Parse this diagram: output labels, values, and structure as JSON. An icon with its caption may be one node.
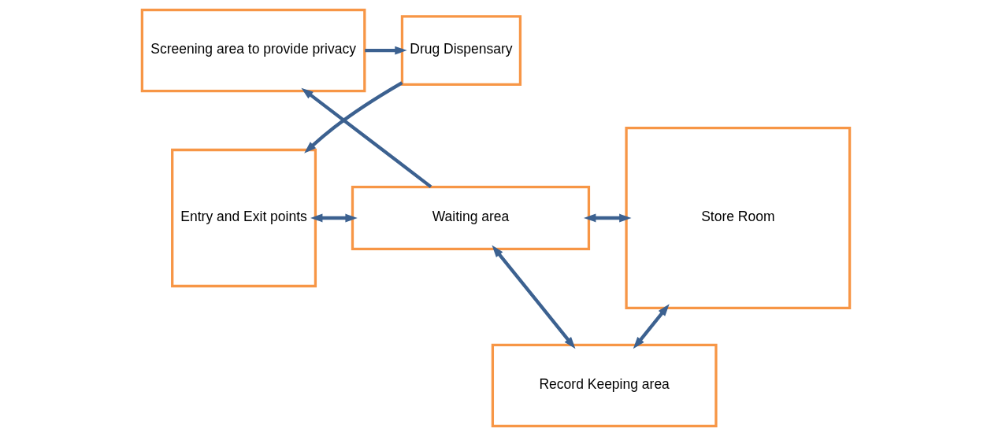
{
  "diagram": {
    "nodes": [
      {
        "text": [
          "Drug Dispensary"
        ]
      },
      {
        "text": [
          "Screening area to provide privacy"
        ]
      },
      {
        "text": [
          "Entry and Exit points"
        ]
      },
      {
        "text": [
          "Waiting area"
        ]
      },
      {
        "text": [
          "Store Room"
        ]
      },
      {
        "text": [
          "Record Keeping area"
        ]
      }
    ],
    "edges": [
      {
        "from": 1,
        "to": 0,
        "arrow": "to"
      },
      {
        "from": 0,
        "to": 2,
        "arrow": "to"
      },
      {
        "from": 3,
        "to": 1,
        "arrow": "to"
      },
      {
        "from": 2,
        "to": 3,
        "arrow": "both"
      },
      {
        "from": 3,
        "to": 4,
        "arrow": "both"
      },
      {
        "from": 3,
        "to": 5,
        "arrow": "both"
      },
      {
        "from": 5,
        "to": 4,
        "arrow": "both"
      }
    ]
  }
}
